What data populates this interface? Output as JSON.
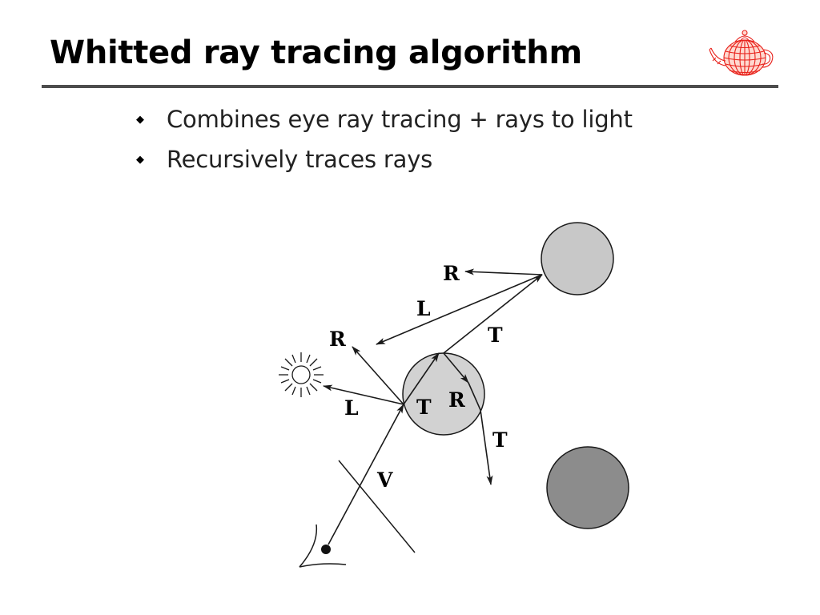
{
  "slide": {
    "title": "Whitted ray tracing algorithm"
  },
  "bullets": [
    {
      "text": "Combines eye ray tracing + rays to light"
    },
    {
      "text": "Recursively traces rays"
    }
  ],
  "diagram": {
    "labels": {
      "r_top": "R",
      "l_top": "L",
      "t_top": "T",
      "r_left": "R",
      "l_left": "L",
      "t_inside": "T",
      "r_inside": "R",
      "t_bottom": "T",
      "v": "V"
    },
    "colors": {
      "light_sphere": "#c8c8c8",
      "dark_sphere": "#8c8c8c",
      "stroke": "#1a1a1a"
    }
  },
  "icons": {
    "logo": "teapot-icon",
    "light": "light-source-icon",
    "eye": "eye-icon"
  }
}
